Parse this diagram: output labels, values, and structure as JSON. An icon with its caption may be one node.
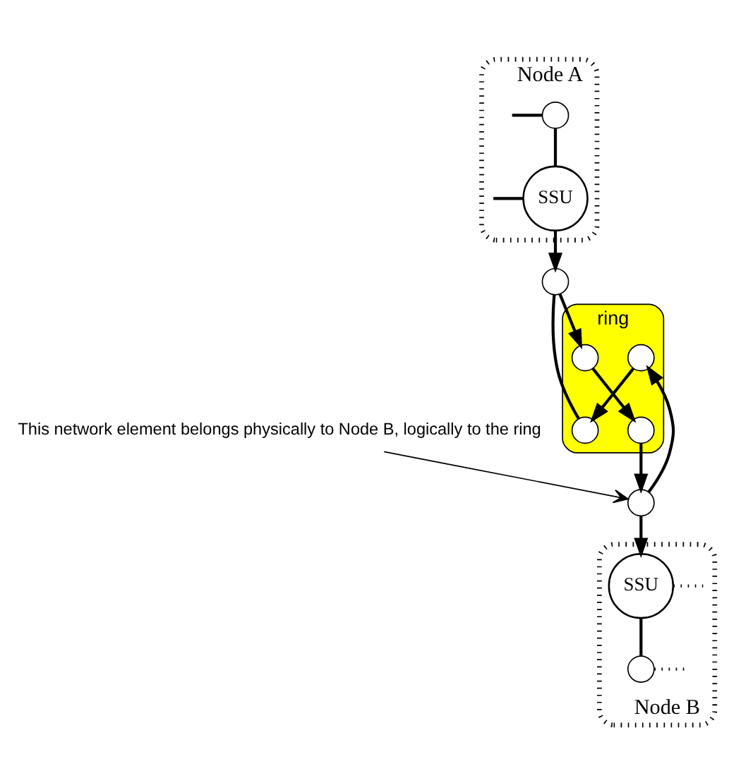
{
  "diagram": {
    "nodes": [
      {
        "text": [
          "Node A"
        ]
      },
      {
        "text": [
          "SSU"
        ],
        "in": 0
      },
      {
        "text": [],
        "shape": "circle",
        "in": 0
      },
      {
        "text": [
          "ring"
        ]
      },
      {
        "text": [],
        "shape": "circle"
      },
      {
        "text": [],
        "shape": "circle",
        "in": 3
      },
      {
        "text": [],
        "shape": "circle",
        "in": 3
      },
      {
        "text": [],
        "shape": "circle",
        "in": 3
      },
      {
        "text": [],
        "shape": "circle",
        "in": 3
      },
      {
        "text": [],
        "shape": "circle"
      },
      {
        "text": [
          "Node B"
        ]
      },
      {
        "text": [
          "SSU"
        ],
        "in": 10
      },
      {
        "text": [],
        "shape": "circle",
        "in": 10
      },
      {
        "text": [
          "This network element belongs physically to Node B, logically to the ring"
        ]
      }
    ],
    "edges": [
      {
        "from": null,
        "to": 1,
        "arrow": "none"
      },
      {
        "from": null,
        "to": 2,
        "arrow": "none"
      },
      {
        "from": 2,
        "to": 1,
        "arrow": "none"
      },
      {
        "from": 1,
        "to": 4,
        "arrow": "to"
      },
      {
        "from": 4,
        "to": 5,
        "arrow": "none"
      },
      {
        "from": 6,
        "to": 5,
        "arrow": "to"
      },
      {
        "from": 4,
        "to": 7,
        "arrow": "to"
      },
      {
        "from": 7,
        "to": 8,
        "arrow": "to"
      },
      {
        "from": 8,
        "to": 9,
        "arrow": "to"
      },
      {
        "from": 9,
        "to": 6,
        "arrow": "to"
      },
      {
        "from": 9,
        "to": 11,
        "arrow": "to"
      },
      {
        "from": 11,
        "to": 12,
        "arrow": "none"
      },
      {
        "from": 12,
        "to": null,
        "arrow": "none",
        "style": "dashed"
      },
      {
        "from": 11,
        "to": null,
        "arrow": "none",
        "style": "dashed"
      },
      {
        "from": 13,
        "to": 9,
        "arrow": "to"
      }
    ]
  }
}
